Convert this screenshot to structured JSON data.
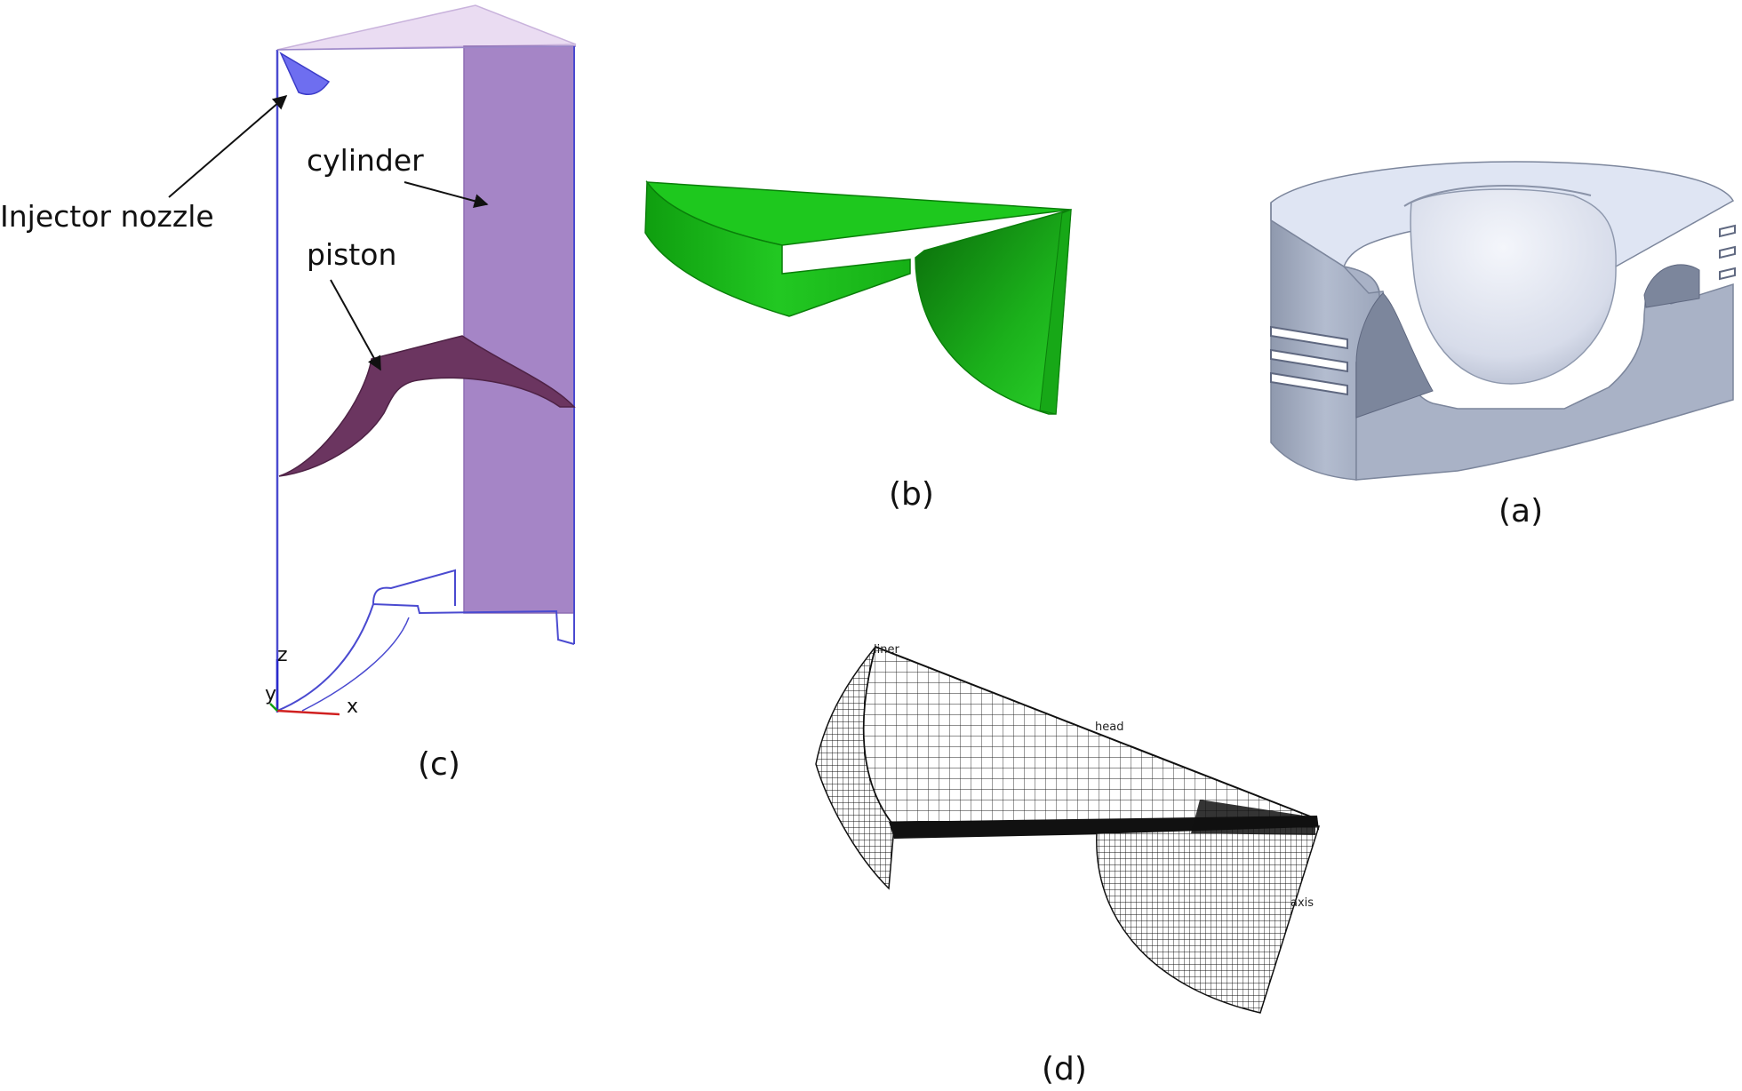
{
  "panels": {
    "c": {
      "caption": "(c)",
      "annotations": {
        "injector": "Injector nozzle",
        "cylinder": "cylinder",
        "piston": "piston"
      },
      "axes": {
        "z": "z",
        "y": "y",
        "x": "x"
      }
    },
    "b": {
      "caption": "(b)"
    },
    "a": {
      "caption": "(a)"
    },
    "d": {
      "caption": "(d)",
      "mesh_labels": {
        "top": "liner",
        "head": "head",
        "side": "axis"
      }
    }
  },
  "colors": {
    "cylinder": "#a585c6",
    "cylinder_top": "#eadcf2",
    "piston": "#6b3560",
    "outline": "#4a4ad0",
    "green": "#1ec81e",
    "green_dark": "#0a7f0a",
    "steel": "#a9b2c6",
    "steel_light": "#dfe5f3",
    "steel_dark": "#7c869c"
  }
}
